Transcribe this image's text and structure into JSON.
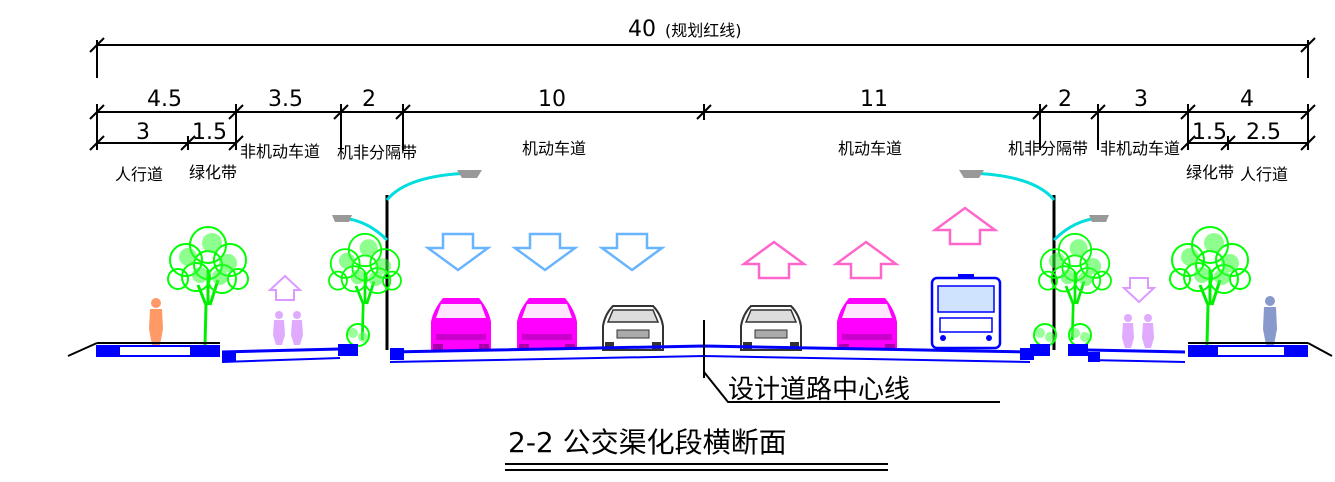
{
  "total": {
    "value": "40",
    "note": "(规划红线)"
  },
  "top_dims": {
    "left_walk_total": "4.5",
    "left_bike": "3.5",
    "left_sep": "2",
    "left_motor": "10",
    "right_motor": "11",
    "right_sep": "2",
    "right_bike": "3",
    "right_walk_total": "4"
  },
  "sub_dims": {
    "left_walk": "3",
    "left_green": "1.5",
    "right_green": "1.5",
    "right_walk": "2.5"
  },
  "labels": {
    "left_walk": "人行道",
    "left_green": "绿化带",
    "left_bike": "非机动车道",
    "left_sep": "机非分隔带",
    "left_motor": "机动车道",
    "right_motor": "机动车道",
    "right_sep": "机非分隔带",
    "right_bike": "非机动车道",
    "right_green": "绿化带",
    "right_walk": "人行道"
  },
  "centerline_label": "设计道路中心线",
  "title": "2-2  公交渠化段横断面",
  "colors": {
    "road": "#0000ff",
    "tree": "#00ff00",
    "car": "#ff00ff",
    "arrow_down": "#69b4ff",
    "arrow_up": "#ff66cc",
    "lamp": "#00ffff",
    "bus": "#0000ff",
    "person_left": "#ff9966",
    "person_right": "#8899cc",
    "bikers": "#dd99ff"
  }
}
